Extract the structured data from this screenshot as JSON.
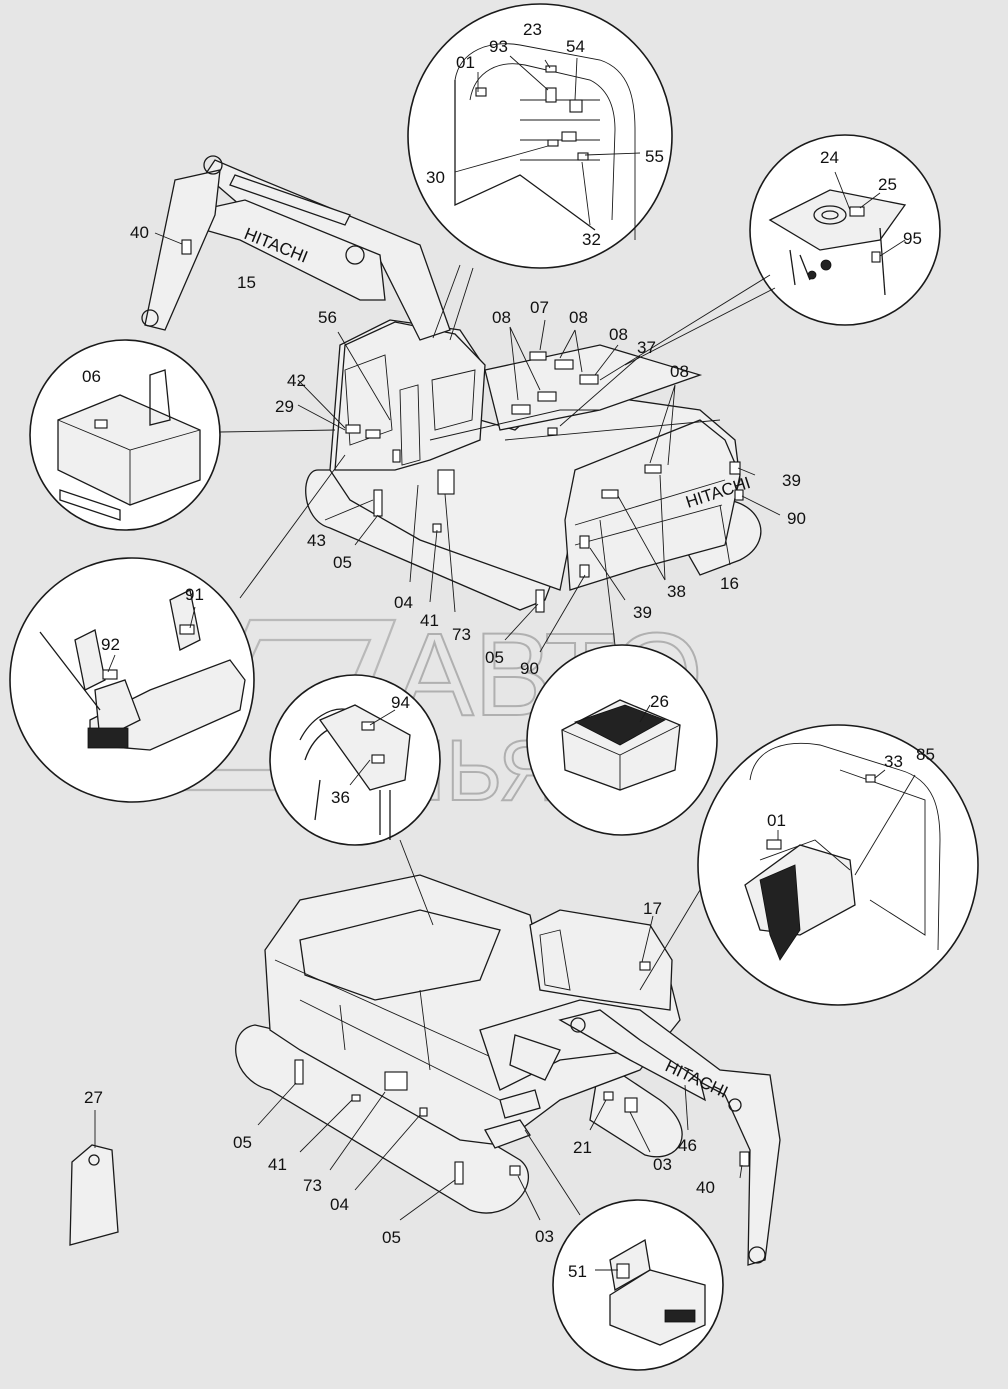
{
  "watermark": {
    "line1": "АВТО",
    "line2": "АЛЬЯНС"
  },
  "brand_decals": [
    "HITACHI",
    "HITACHI",
    "HITACHI"
  ],
  "callouts": [
    {
      "id": "c01a",
      "label": "01"
    },
    {
      "id": "c93",
      "label": "93"
    },
    {
      "id": "c23",
      "label": "23"
    },
    {
      "id": "c54",
      "label": "54"
    },
    {
      "id": "c55",
      "label": "55"
    },
    {
      "id": "c30",
      "label": "30"
    },
    {
      "id": "c32",
      "label": "32"
    },
    {
      "id": "c24",
      "label": "24"
    },
    {
      "id": "c25",
      "label": "25"
    },
    {
      "id": "c95",
      "label": "95"
    },
    {
      "id": "c40a",
      "label": "40"
    },
    {
      "id": "c15",
      "label": "15"
    },
    {
      "id": "c56",
      "label": "56"
    },
    {
      "id": "c08a",
      "label": "08"
    },
    {
      "id": "c07",
      "label": "07"
    },
    {
      "id": "c08b",
      "label": "08"
    },
    {
      "id": "c08c",
      "label": "08"
    },
    {
      "id": "c37",
      "label": "37"
    },
    {
      "id": "c08d",
      "label": "08"
    },
    {
      "id": "c06",
      "label": "06"
    },
    {
      "id": "c42",
      "label": "42"
    },
    {
      "id": "c29",
      "label": "29"
    },
    {
      "id": "c39a",
      "label": "39"
    },
    {
      "id": "c90a",
      "label": "90"
    },
    {
      "id": "c43",
      "label": "43"
    },
    {
      "id": "c05a",
      "label": "05"
    },
    {
      "id": "c04a",
      "label": "04"
    },
    {
      "id": "c41a",
      "label": "41"
    },
    {
      "id": "c73a",
      "label": "73"
    },
    {
      "id": "c38",
      "label": "38"
    },
    {
      "id": "c16",
      "label": "16"
    },
    {
      "id": "c39b",
      "label": "39"
    },
    {
      "id": "c05b",
      "label": "05"
    },
    {
      "id": "c90b",
      "label": "90"
    },
    {
      "id": "c91",
      "label": "91"
    },
    {
      "id": "c92",
      "label": "92"
    },
    {
      "id": "c94",
      "label": "94"
    },
    {
      "id": "c36",
      "label": "36"
    },
    {
      "id": "c26",
      "label": "26"
    },
    {
      "id": "c33",
      "label": "33"
    },
    {
      "id": "c85",
      "label": "85"
    },
    {
      "id": "c01b",
      "label": "01"
    },
    {
      "id": "c17",
      "label": "17"
    },
    {
      "id": "c27",
      "label": "27"
    },
    {
      "id": "c05c",
      "label": "05"
    },
    {
      "id": "c41b",
      "label": "41"
    },
    {
      "id": "c73b",
      "label": "73"
    },
    {
      "id": "c04b",
      "label": "04"
    },
    {
      "id": "c21",
      "label": "21"
    },
    {
      "id": "c03a",
      "label": "03"
    },
    {
      "id": "c46",
      "label": "46"
    },
    {
      "id": "c40b",
      "label": "40"
    },
    {
      "id": "c05d",
      "label": "05"
    },
    {
      "id": "c03b",
      "label": "03"
    },
    {
      "id": "c51",
      "label": "51"
    }
  ]
}
